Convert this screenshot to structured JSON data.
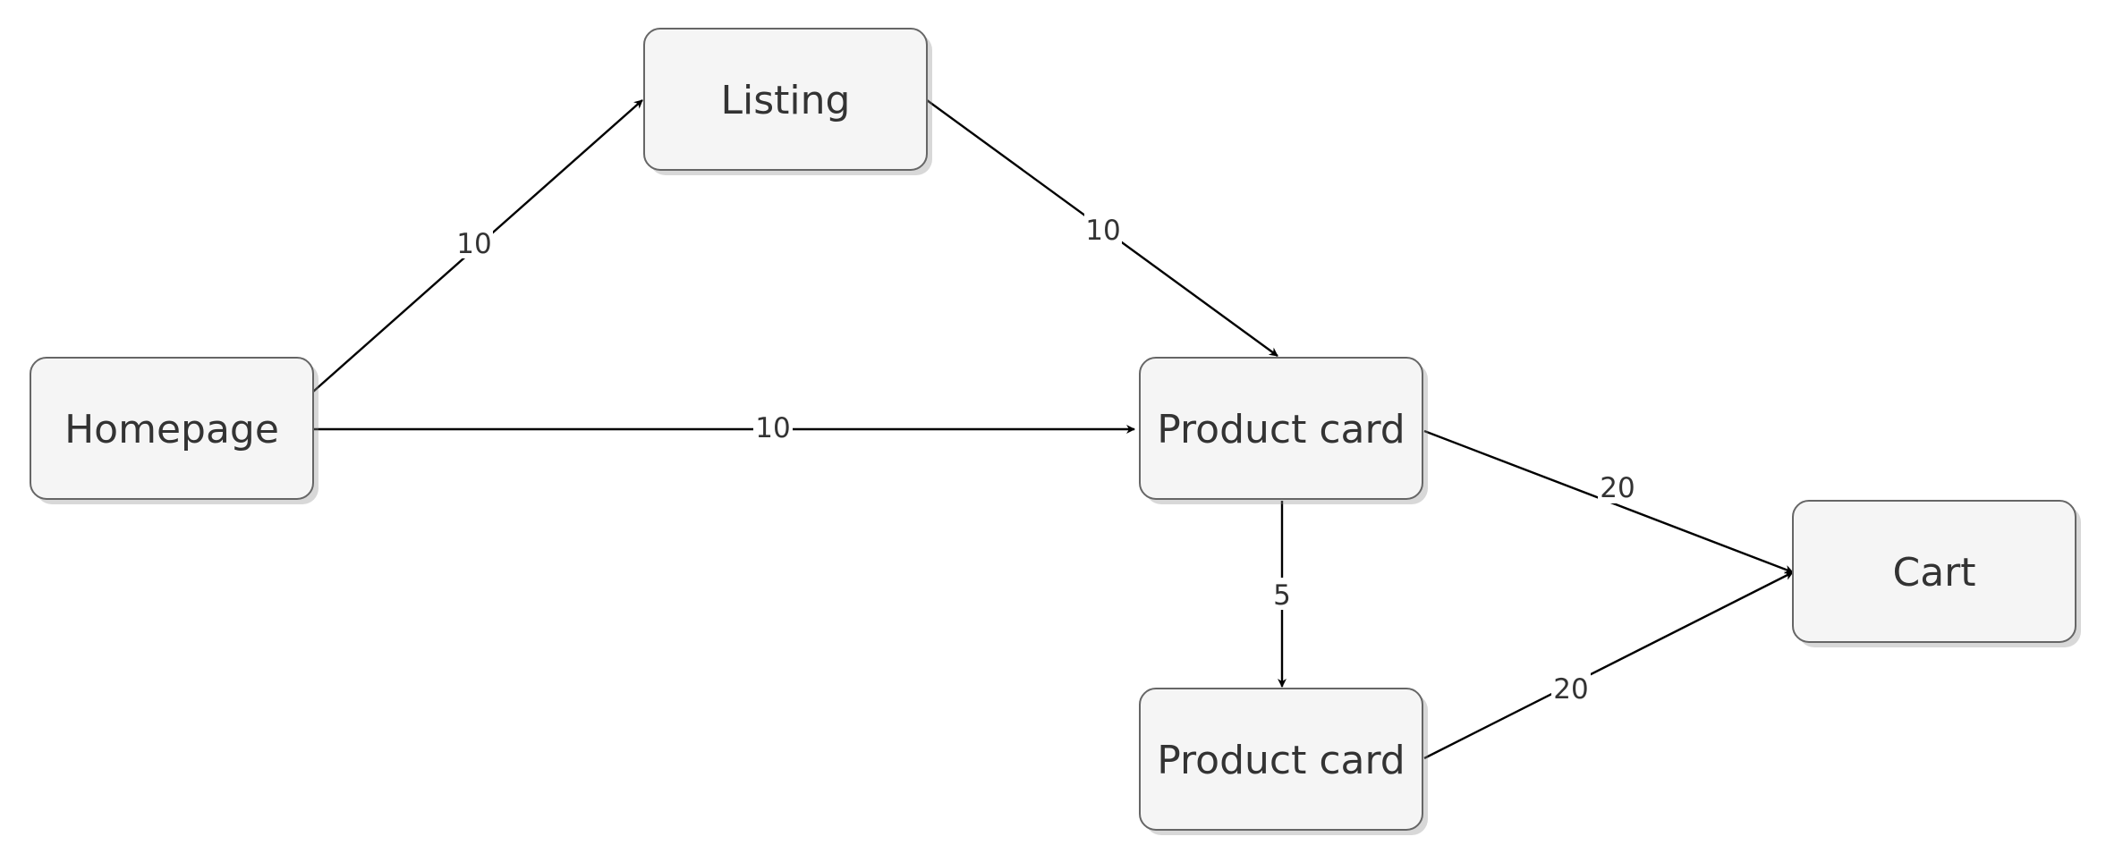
{
  "diagram": {
    "nodes": [
      {
        "id": "homepage",
        "label": "Homepage"
      },
      {
        "id": "listing",
        "label": "Listing"
      },
      {
        "id": "product_card_1",
        "label": "Product card"
      },
      {
        "id": "product_card_2",
        "label": "Product card"
      },
      {
        "id": "cart",
        "label": "Cart"
      }
    ],
    "edges": [
      {
        "from": "homepage",
        "to": "listing",
        "label": "10"
      },
      {
        "from": "listing",
        "to": "product_card_1",
        "label": "10"
      },
      {
        "from": "homepage",
        "to": "product_card_1",
        "label": "10"
      },
      {
        "from": "product_card_1",
        "to": "cart",
        "label": "20"
      },
      {
        "from": "product_card_1",
        "to": "product_card_2",
        "label": "5"
      },
      {
        "from": "product_card_2",
        "to": "cart",
        "label": "20"
      }
    ],
    "colors": {
      "node_fill": "#f5f5f5",
      "node_stroke": "#666666",
      "edge": "#000000",
      "text": "#333333"
    }
  }
}
